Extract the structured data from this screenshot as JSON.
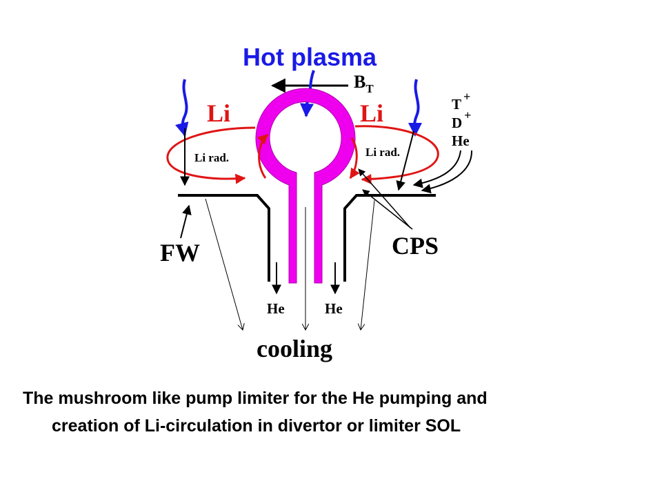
{
  "title": "Hot plasma",
  "labels": {
    "bt_main": "B",
    "bt_sub": "T",
    "li_left": "Li",
    "li_right": "Li",
    "li_rad_left": "Li rad.",
    "li_rad_right": "Li rad.",
    "ion_t": "T",
    "ion_d": "D",
    "ion_he": "He",
    "plus": "+",
    "fw": "FW",
    "cps": "CPS",
    "he_left": "He",
    "he_right": "He",
    "cooling": "cooling"
  },
  "caption": {
    "line1": "The mushroom like pump limiter for the He pumping and",
    "line2": "creation of Li-circulation in divertor or limiter SOL"
  },
  "colors": {
    "plasma_blue": "#1a1ae6",
    "li_red": "#e01414",
    "limiter_magenta": "#ee00ee",
    "line_black": "#000000"
  }
}
